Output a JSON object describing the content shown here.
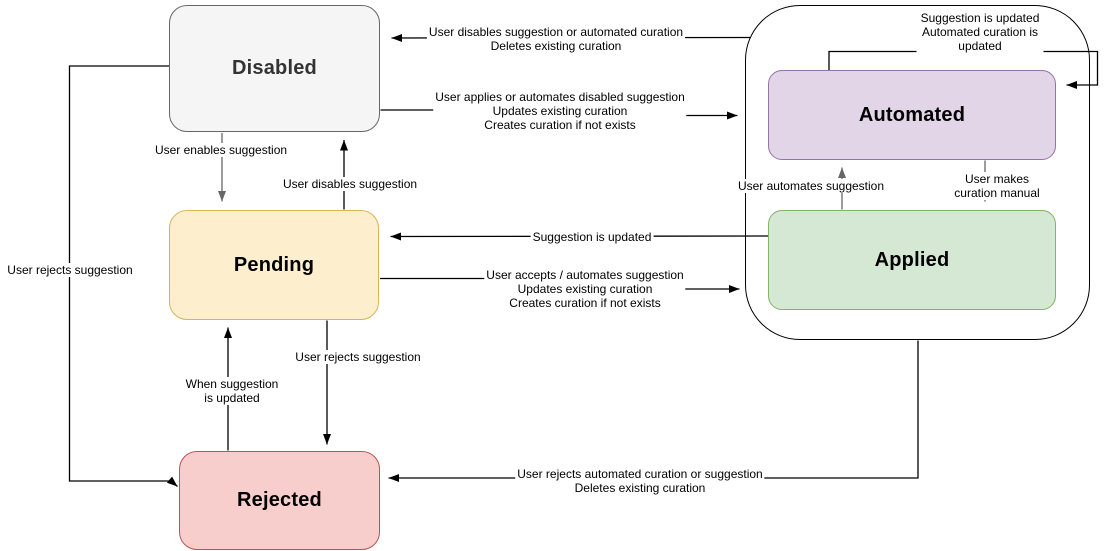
{
  "diagram": {
    "states": {
      "disabled": {
        "label": "Disabled",
        "fill": "#f5f5f5",
        "border": "#666666",
        "text_color": "#333333"
      },
      "pending": {
        "label": "Pending",
        "fill": "#fdeecd",
        "border": "#d6b656",
        "text_color": "#000000"
      },
      "rejected": {
        "label": "Rejected",
        "fill": "#f8cecc",
        "border": "#b85450",
        "text_color": "#000000"
      },
      "automated": {
        "label": "Automated",
        "fill": "#e1d5e7",
        "border": "#9673a6",
        "text_color": "#000000"
      },
      "applied": {
        "label": "Applied",
        "fill": "#d5e8d4",
        "border": "#82b366",
        "text_color": "#000000"
      }
    },
    "edge_labels": {
      "disabled_to_rejected": "User rejects suggestion",
      "disabled_to_pending": "User enables suggestion",
      "pending_to_disabled": "User disables suggestion",
      "group_to_disabled": "User disables suggestion or automated curation\nDeletes existing curation",
      "disabled_to_group": "User applies or automates disabled suggestion\nUpdates existing curation\nCreates curation if not exists",
      "applied_to_pending": "Suggestion is updated",
      "pending_to_group": "User accepts / automates suggestion\nUpdates existing curation\nCreates curation if not exists",
      "automated_self_loop": "Suggestion is updated\nAutomated curation is updated",
      "applied_to_automated": "User automates suggestion",
      "automated_to_applied": "User makes curation manual",
      "pending_to_rejected": "User rejects suggestion",
      "rejected_to_pending": "When suggestion\nis updated",
      "group_to_rejected": "User rejects automated curation or suggestion\nDeletes existing curation"
    },
    "colors": {
      "edge_black": "#000000",
      "edge_gray": "#666666",
      "background": "#ffffff"
    }
  }
}
